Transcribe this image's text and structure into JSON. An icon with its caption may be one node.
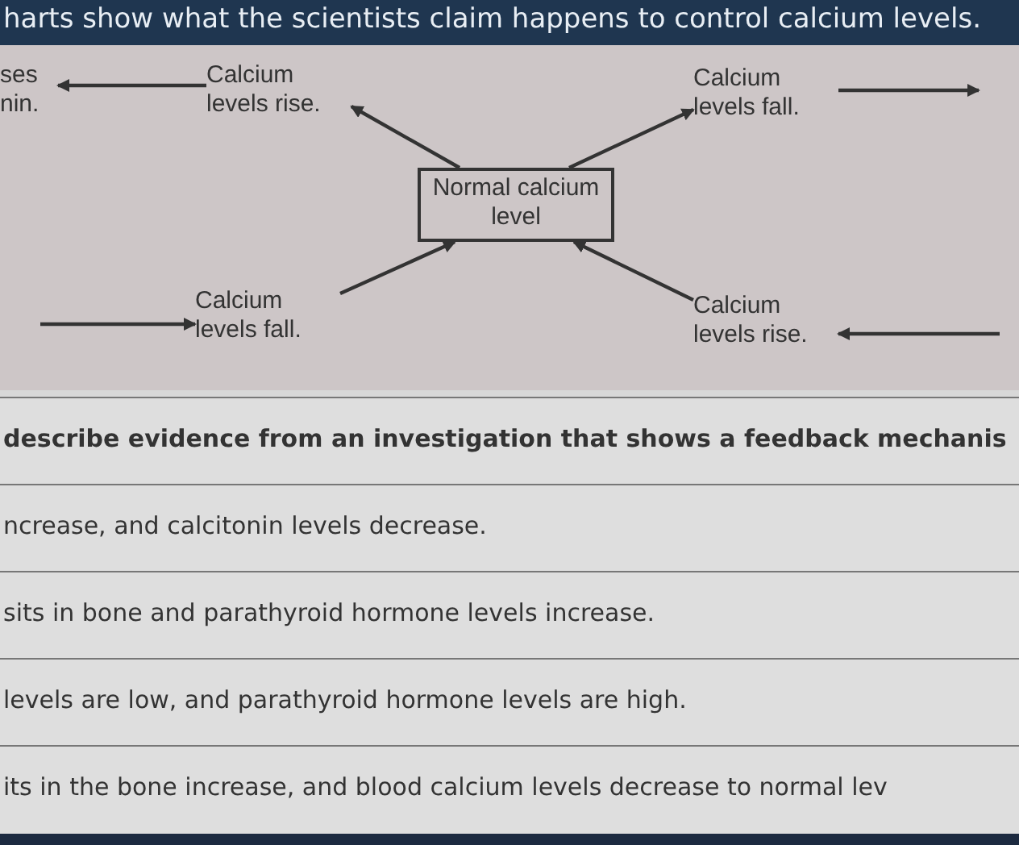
{
  "diagram": {
    "title": "harts show what the scientists claim happens to control calcium levels.",
    "nodes": [
      {
        "text": [
          "Normal calcium level"
        ]
      },
      {
        "text": [
          "Calcium levels rise."
        ]
      },
      {
        "text": [
          "Calcium levels fall."
        ]
      },
      {
        "text": [
          "Calcium levels fall."
        ]
      },
      {
        "text": [
          "Calcium levels rise."
        ]
      },
      {
        "text": [
          "ses nin."
        ]
      }
    ],
    "edges": [
      {
        "from": 0,
        "to": 1,
        "arrow": "to"
      },
      {
        "from": 0,
        "to": 2,
        "arrow": "to"
      },
      {
        "from": 3,
        "to": 0,
        "arrow": "to"
      },
      {
        "from": 4,
        "to": 0,
        "arrow": "to"
      },
      {
        "from": 1,
        "to": 5,
        "arrow": "to"
      },
      {
        "from": 2,
        "to": null,
        "arrow": "to"
      },
      {
        "from": null,
        "to": 3,
        "arrow": "to"
      },
      {
        "from": null,
        "to": 4,
        "arrow": "to"
      }
    ],
    "labels": [
      "describe evidence from an investigation that shows a feedback mechanis",
      "ncrease, and calcitonin levels decrease.",
      "sits in bone and parathyroid hormone levels increase.",
      "levels are low, and parathyroid hormone levels are high.",
      "its in the bone increase, and blood calcium levels decrease to normal lev"
    ]
  }
}
